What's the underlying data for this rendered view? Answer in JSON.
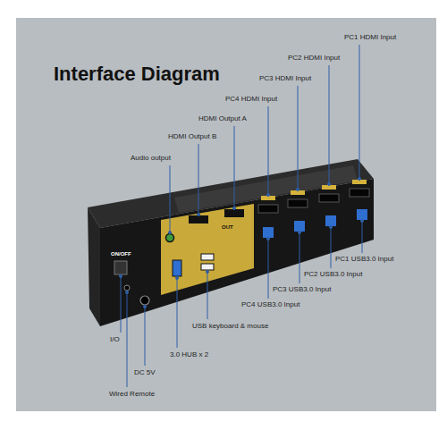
{
  "diagram": {
    "title": "Interface Diagram",
    "labels": [
      "PC1 HDMI Input",
      "PC2 HDMI Input",
      "PC3 HDMI Input",
      "PC4 HDMI Input",
      "HDMI Output A",
      "HDMI Output B",
      "Audio output",
      "ON/OFF",
      "OUT",
      "PC1 USB3.0 Input",
      "PC2 USB3.0 Input",
      "PC3 USB3.0 Input",
      "PC4 USB3.0 Input",
      "USB keyboard & mouse",
      "3.0 HUB x 2",
      "I/O",
      "DC 5V",
      "Wired Remote"
    ]
  }
}
